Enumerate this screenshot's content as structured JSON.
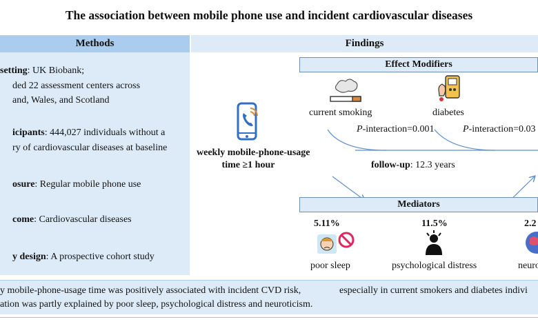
{
  "title": "The association between mobile phone use and incident cardiovascular diseases",
  "methods": {
    "header": "Methods",
    "setting_label": "setting",
    "setting_line1": ": UK Biobank;",
    "setting_line2": "ded    22 assessment centers across",
    "setting_line3": "and, Wales, and Scotland",
    "participants_label": "icipants",
    "participants_line1": ": 444,027 individuals without a",
    "participants_line2": "ry of cardiovascular diseases at baseline",
    "exposure_label": "osure",
    "exposure_text": ": Regular mobile phone use",
    "outcome_label": "come",
    "outcome_text": ": Cardiovascular diseases",
    "design_label": "y design",
    "design_text": ": A prospective cohort study"
  },
  "findings": {
    "header": "Findings",
    "exposure_line1": "weekly mobile-phone-usage",
    "exposure_line2": "time ≥1 hour",
    "effect_modifiers": {
      "header": "Effect Modifiers",
      "smoking_label": "current smoking",
      "diabetes_label": "diabetes",
      "p_letter": "P",
      "p_smoking": "-interaction=0.001",
      "p_diabetes": "-interaction=0.03"
    },
    "followup_label": "follow-up",
    "followup_value": ": 12.3 years",
    "mediators": {
      "header": "Mediators",
      "sleep_pct": "5.11%",
      "sleep_label": "poor sleep",
      "distress_pct": "11.5%",
      "distress_label": "psychological distress",
      "neuro_pct": "2.2",
      "neuro_label": "neuro"
    }
  },
  "conclusion": {
    "line1a": "y mobile-phone-usage time was positively associated with incident CVD risk,",
    "line1b": "especially in current smokers and diabetes indivi",
    "line2": "ation was partly explained by poor sleep, psychological distress and neuroticism."
  },
  "colors": {
    "header_blue": "#a9ccef",
    "panel_blue": "#ddebf8",
    "arrow_blue": "#5b8fd0",
    "phone_blue": "#2f6fc4"
  },
  "icons": [
    "phone-icon",
    "cigarette-icon",
    "glucose-meter-icon",
    "child-no-icon",
    "distress-person-icon",
    "brain-head-icon"
  ]
}
